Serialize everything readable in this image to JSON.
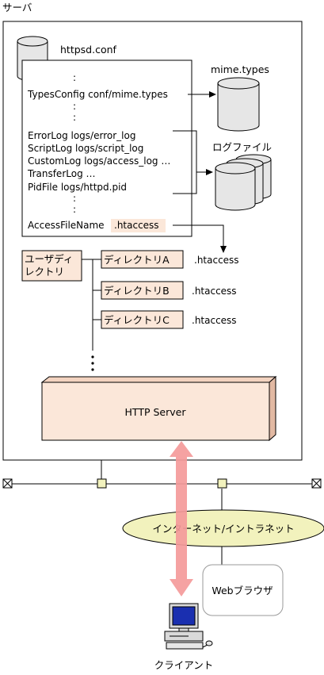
{
  "server": {
    "title": "サーバ",
    "conf_file": "httpsd.conf",
    "conf_lines": {
      "types_config": "TypesConfig conf/mime.types",
      "error_log": "ErrorLog logs/error_log",
      "script_log": "ScriptLog logs/script_log",
      "custom_log": "CustomLog logs/access_log …",
      "transfer_log": "TransferLog …",
      "pid_file": "PidFile logs/httpd.pid",
      "access_file_name": "AccessFileName",
      "access_file_value": ".htaccess"
    },
    "mime_types_label": "mime.types",
    "log_files_label": "ログファイル",
    "user_dir_line1": "ユーザディ",
    "user_dir_line2": "レクトリ",
    "directories": [
      {
        "name": "ディレクトリA",
        "file": ".htaccess"
      },
      {
        "name": "ディレクトリB",
        "file": ".htaccess"
      },
      {
        "name": "ディレクトリC",
        "file": ".htaccess"
      }
    ],
    "http_server_label": "HTTP Server"
  },
  "network": {
    "label": "インターネット/イントラネット"
  },
  "browser_label": "Webブラウザ",
  "client_label": "クライアント",
  "colors": {
    "peach_fill": "#fbe7d9",
    "network_fill": "#f2f2bd",
    "arrow_fill": "#f49a9a",
    "cylinder_fill": "#e6e6e6",
    "monitor_screen": "#1a2fb0"
  }
}
